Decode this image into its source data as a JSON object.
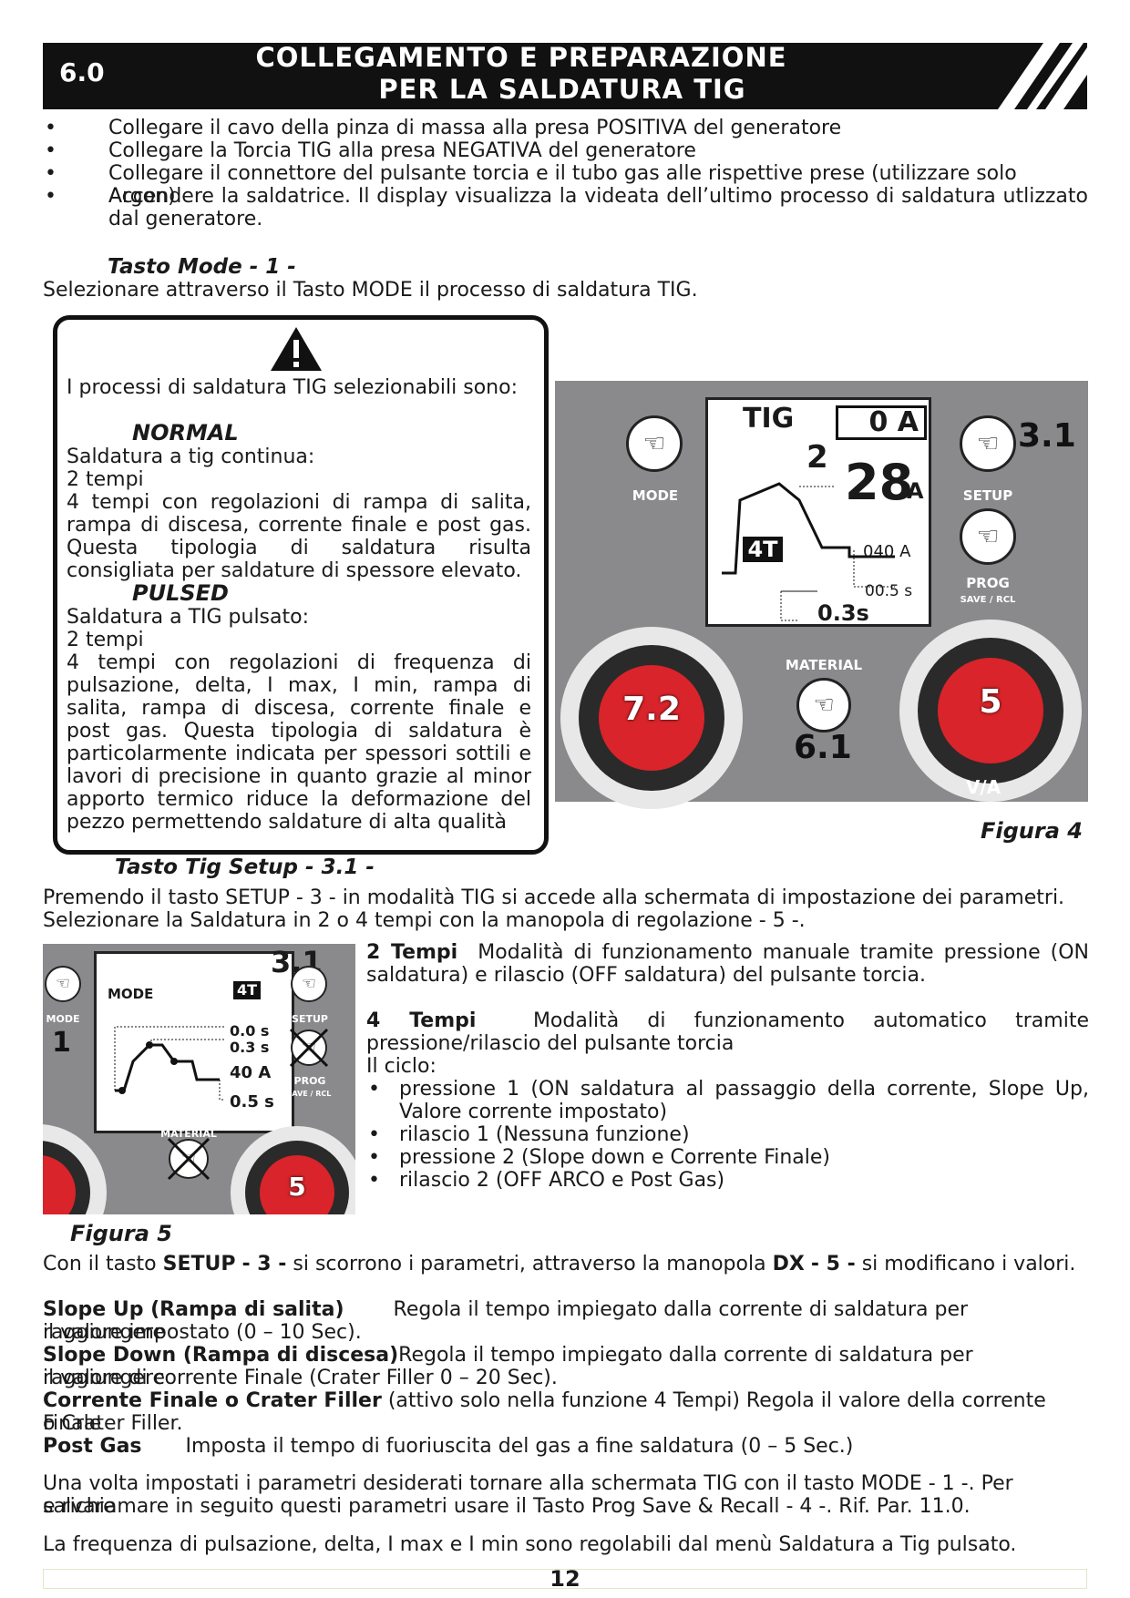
{
  "header": {
    "number": "6.0",
    "title_line1": "COLLEGAMENTO E PREPARAZIONE",
    "title_line2": "PER LA SALDATURA TIG"
  },
  "bullets": [
    "Collegare il cavo della pinza di massa alla presa POSITIVA del generatore",
    "Collegare la Torcia TIG alla presa NEGATIVA del generatore",
    "Collegare il connettore del pulsante torcia e il tubo gas alle rispettive prese (utilizzare solo Argon)",
    "Accendere la saldatrice. Il display visualizza la videata dell’ultimo processo di saldatura utlizzato dal generatore."
  ],
  "mode_section": {
    "heading": "Tasto Mode - 1 -",
    "text": "Selezionare attraverso il Tasto MODE il processo di saldatura TIG."
  },
  "warning_box": {
    "intro": "I processi di saldatura TIG selezionabili sono:",
    "normal_title": "NORMAL",
    "normal_lines": [
      "Saldatura a tig continua:",
      "2 tempi",
      "4 tempi con regolazioni di rampa di salita, rampa di discesa, corrente finale e post gas. Questa tipologia di saldatura risulta consigliata per saldature di spessore elevato."
    ],
    "pulsed_title": "PULSED",
    "pulsed_lines": [
      "Saldatura a TIG pulsato:",
      "2 tempi",
      "4 tempi con regolazioni di frequenza di pulsazione, delta, I max, I min, rampa di salita, rampa di discesa, corrente finale e post gas. Questa tipologia di saldatura è particolarmente indicata per spessori sottili e lavori di precisione in quanto grazie al minor apporto termico riduce la deformazione del pezzo permettendo saldature di alta qualità"
    ]
  },
  "figure4": {
    "caption": "Figura 4",
    "lcd_mode": "TIG",
    "lcd_current_box": "0 A",
    "lcd_callout": "2",
    "lcd_main_value": "28",
    "lcd_main_unit": "A",
    "lcd_cycle": "4T",
    "lcd_final_current": "040 A",
    "lcd_post_gas": "00.5 s",
    "lcd_slope": "0.3s",
    "btn_mode": "MODE",
    "btn_setup": "SETUP",
    "btn_prog": "PROG",
    "btn_prog_sub": "SAVE / RCL",
    "btn_material": "MATERIAL",
    "callout_setup": "3.1",
    "callout_material": "6.1",
    "knob_left": "7.2",
    "knob_right": "5",
    "knob_right_label": "V/A"
  },
  "setup_section": {
    "heading": "Tasto Tig Setup - 3.1 -",
    "line1": "Premendo il tasto SETUP - 3 - in modalità TIG si accede alla schermata di impostazione dei parametri.",
    "line2": "Selezionare la Saldatura in 2 o 4 tempi con la manopola di regolazione - 5 -."
  },
  "figure5": {
    "caption": "Figura 5",
    "lcd_title": "MODE",
    "lcd_cycle": "4T",
    "val1": "0.0 s",
    "val2": "0.3 s",
    "val3": "40 A",
    "val4": "0.5 s",
    "btn_mode": "MODE",
    "btn_setup": "SETUP",
    "btn_prog": "PROG",
    "btn_prog_sub": "SAVE / RCL",
    "btn_material": "MATERIAL",
    "callout_mode": "1",
    "callout_setup": "3.1",
    "knob_right": "5"
  },
  "two_times": {
    "title": "2 Tempi",
    "text": "Modalità di funzionamento manuale tramite pressione (ON saldatura) e rilascio (OFF saldatura) del pulsante torcia."
  },
  "four_times": {
    "title": "4 Tempi",
    "text": "Modalità di funzionamento automatico tramite pressione/rilascio del pulsante torcia",
    "cycle_label": "Il ciclo:",
    "steps": [
      "pressione 1 (ON saldatura al passaggio della corrente, Slope Up, Valore corrente impostato)",
      "rilascio 1 (Nessuna funzione)",
      "pressione 2 (Slope down e Corrente Finale)",
      "rilascio 2 (OFF ARCO e Post Gas)"
    ]
  },
  "setup_scroll": {
    "pre": "Con il tasto",
    "setup": "SETUP",
    "n3": "- 3 -",
    "mid": "si scorrono i parametri, attraverso la manopola",
    "dx": "DX",
    "n5": "- 5 -",
    "post": "si modificano i valori."
  },
  "params": [
    {
      "name": "Slope Up (Rampa di salita)",
      "desc": "Regola il tempo impiegato dalla corrente di saldatura per raggiungere",
      "cont": "il valore impostato (0 – 10 Sec)."
    },
    {
      "name": "Slope Down (Rampa di discesa)",
      "desc": "Regola il tempo impiegato dalla corrente di saldatura per raggiungere",
      "cont": "il valore di corrente Finale (Crater Filler 0 – 20 Sec)."
    },
    {
      "name": "Corrente Finale o Crater Filler",
      "desc": "(attivo solo nella funzione 4 Tempi) Regola il valore della corrente Finale",
      "cont": "o Crater Filler."
    },
    {
      "name": "Post Gas",
      "desc": "Imposta il tempo di fuoriuscita del gas a fine saldatura (0 – 5 Sec.)",
      "cont": ""
    }
  ],
  "closing": {
    "line1": "Una volta impostati i parametri desiderati tornare alla schermata TIG con il tasto MODE - 1 -. Per salvare",
    "line2": "e richiamare in seguito questi parametri usare il Tasto Prog Save & Recall - 4 -. Rif. Par. 11.0.",
    "line3": "La frequenza di pulsazione, delta, I max e I min sono regolabili dal menù Saldatura a Tig pulsato."
  },
  "page_number": "12",
  "colors": {
    "banner": "#111111",
    "panel": "#8a8a8c",
    "knob": "#d8242a"
  }
}
